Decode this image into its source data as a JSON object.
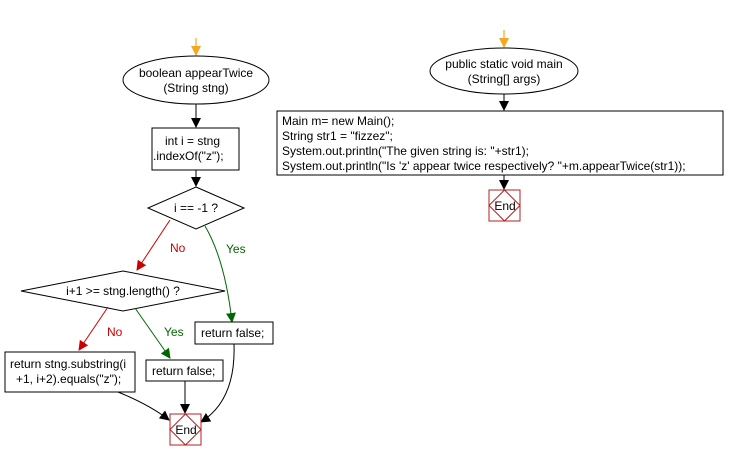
{
  "colors": {
    "entry_arrow": "#f5a623",
    "yes_branch": "#006600",
    "no_branch": "#cc0000",
    "end_border": "#b22222",
    "shape_stroke": "#000000"
  },
  "left_flow": {
    "start_line1": "boolean appearTwice",
    "start_line2": "(String stng)",
    "assign_line1": "int i = stng",
    "assign_line2": ".indexOf(\"z\");",
    "decision1": "i == -1 ?",
    "decision1_yes": "Yes",
    "decision1_no": "No",
    "decision2": "i+1 >= stng.length() ?",
    "decision2_yes": "Yes",
    "decision2_no": "No",
    "return_false_a": "return false;",
    "return_false_b": "return false;",
    "return_sub_line1": "return stng.substring(i",
    "return_sub_line2": "+1, i+2).equals(\"z\");",
    "end": "End"
  },
  "right_flow": {
    "start_line1": "public static void main",
    "start_line2": "(String[] args)",
    "code_lines": [
      "Main m= new Main();",
      "String str1 = \"fizzez\";",
      "System.out.println(\"The given string is: \"+str1);",
      "System.out.println(\"Is 'z' appear twice respectively? \"+m.appearTwice(str1));"
    ],
    "end": "End"
  }
}
